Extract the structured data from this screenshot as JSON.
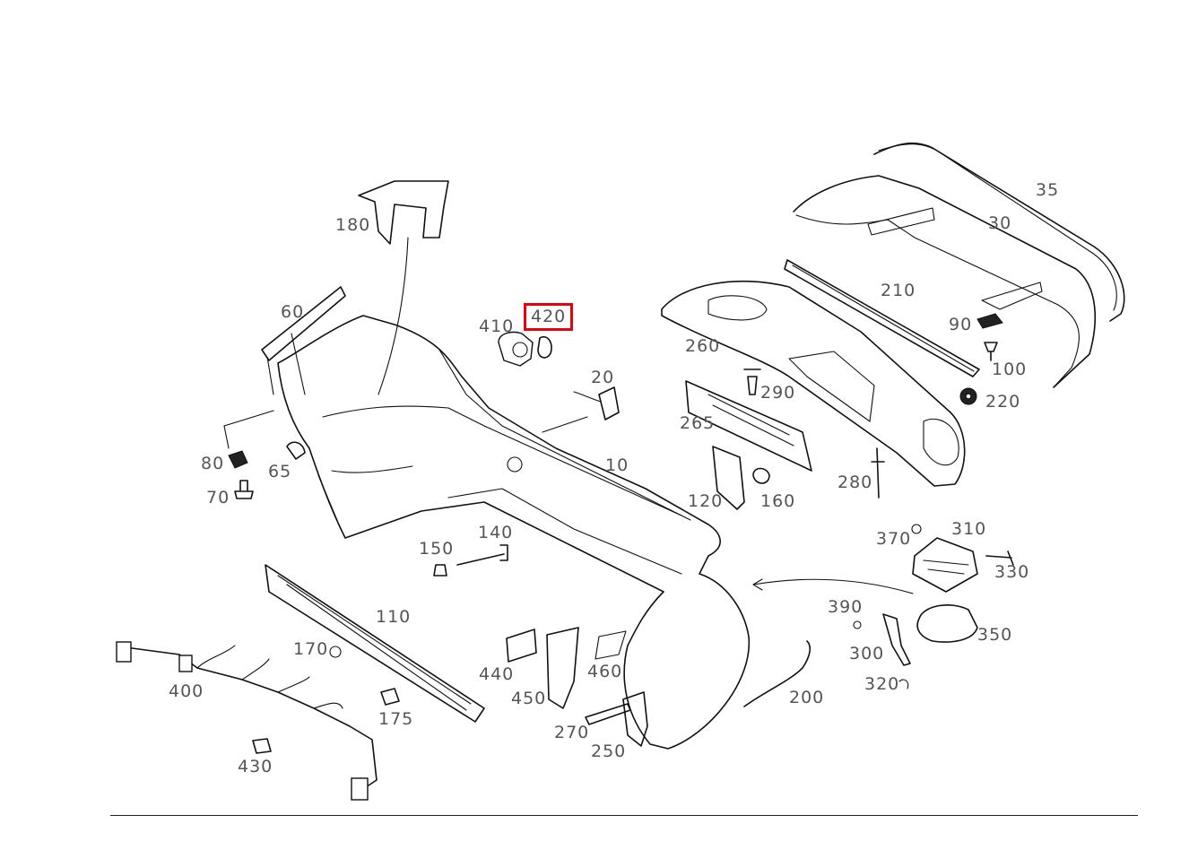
{
  "diagram": {
    "highlight_color": "#e8000b",
    "selected_callout": "420",
    "callouts": [
      {
        "id": "35",
        "label": "35"
      },
      {
        "id": "30",
        "label": "30"
      },
      {
        "id": "180",
        "label": "180"
      },
      {
        "id": "210",
        "label": "210"
      },
      {
        "id": "60",
        "label": "60"
      },
      {
        "id": "410",
        "label": "410"
      },
      {
        "id": "420",
        "label": "420"
      },
      {
        "id": "90",
        "label": "90"
      },
      {
        "id": "100",
        "label": "100"
      },
      {
        "id": "260",
        "label": "260"
      },
      {
        "id": "20",
        "label": "20"
      },
      {
        "id": "290",
        "label": "290"
      },
      {
        "id": "220",
        "label": "220"
      },
      {
        "id": "265",
        "label": "265"
      },
      {
        "id": "80",
        "label": "80"
      },
      {
        "id": "65",
        "label": "65"
      },
      {
        "id": "10",
        "label": "10"
      },
      {
        "id": "280",
        "label": "280"
      },
      {
        "id": "70",
        "label": "70"
      },
      {
        "id": "120",
        "label": "120"
      },
      {
        "id": "160",
        "label": "160"
      },
      {
        "id": "310",
        "label": "310"
      },
      {
        "id": "370",
        "label": "370"
      },
      {
        "id": "140",
        "label": "140"
      },
      {
        "id": "150",
        "label": "150"
      },
      {
        "id": "330",
        "label": "330"
      },
      {
        "id": "110",
        "label": "110"
      },
      {
        "id": "390",
        "label": "390"
      },
      {
        "id": "350",
        "label": "350"
      },
      {
        "id": "170",
        "label": "170"
      },
      {
        "id": "440",
        "label": "440"
      },
      {
        "id": "460",
        "label": "460"
      },
      {
        "id": "300",
        "label": "300"
      },
      {
        "id": "400",
        "label": "400"
      },
      {
        "id": "320",
        "label": "320"
      },
      {
        "id": "450",
        "label": "450"
      },
      {
        "id": "200",
        "label": "200"
      },
      {
        "id": "175",
        "label": "175"
      },
      {
        "id": "270",
        "label": "270"
      },
      {
        "id": "250",
        "label": "250"
      },
      {
        "id": "430",
        "label": "430"
      }
    ]
  }
}
